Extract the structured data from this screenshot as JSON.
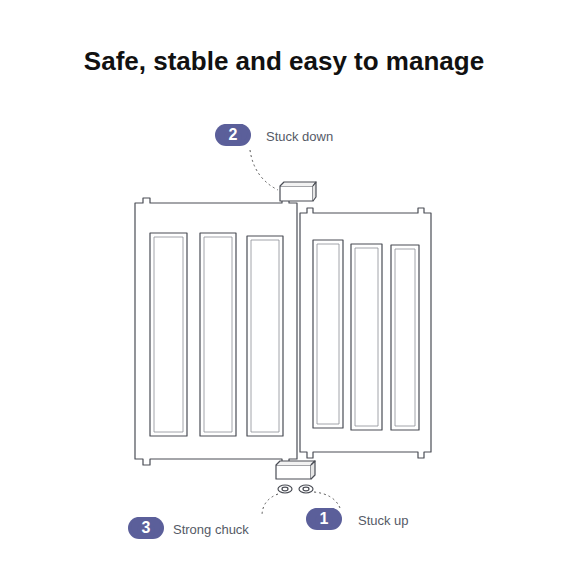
{
  "diagram": {
    "title": "Safe, stable and easy to manage",
    "nodes": [
      {
        "text": [
          "2"
        ]
      },
      {
        "text": [
          "3"
        ]
      },
      {
        "text": [
          "1"
        ]
      }
    ],
    "labels": [
      "Stuck down",
      "Strong chuck",
      "Stuck up"
    ]
  }
}
